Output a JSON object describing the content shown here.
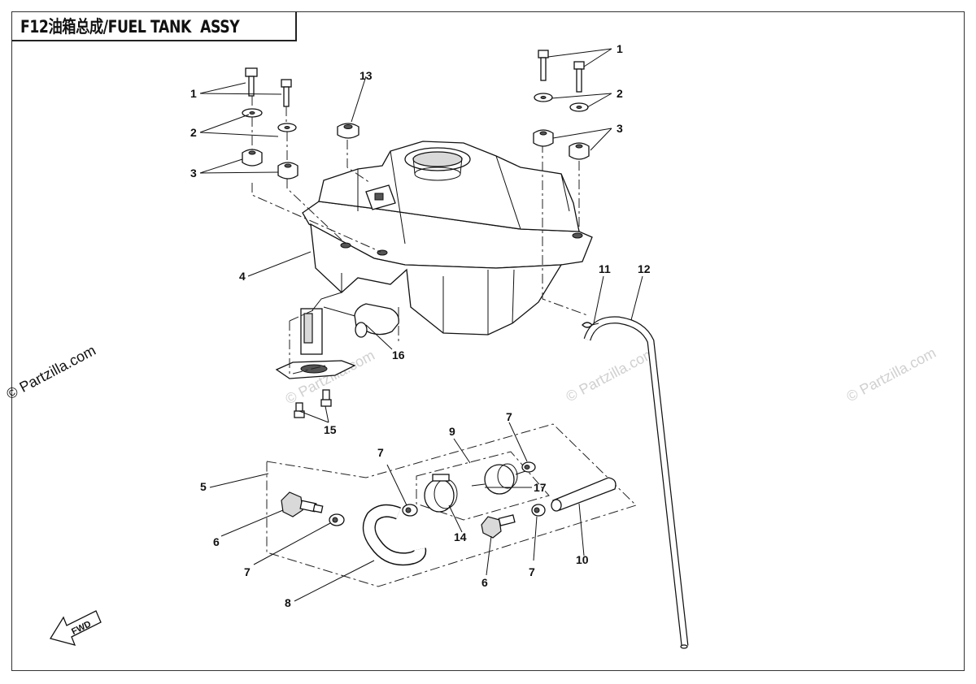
{
  "title": "F12油箱总成/FUEL TANK  ASSY",
  "watermarks": [
    "© Partzilla.com",
    "© Partzilla.com",
    "© Partzilla.com",
    "© Partzilla.com"
  ],
  "fwd_label": "FWD",
  "callouts": [
    {
      "id": "c1a",
      "text": "1"
    },
    {
      "id": "c1b",
      "text": "1"
    },
    {
      "id": "c2a",
      "text": "2"
    },
    {
      "id": "c2b",
      "text": "2"
    },
    {
      "id": "c3a",
      "text": "3"
    },
    {
      "id": "c3b",
      "text": "3"
    },
    {
      "id": "c4",
      "text": "4"
    },
    {
      "id": "c5",
      "text": "5"
    },
    {
      "id": "c6a",
      "text": "6"
    },
    {
      "id": "c6b",
      "text": "6"
    },
    {
      "id": "c7a",
      "text": "7"
    },
    {
      "id": "c7b",
      "text": "7"
    },
    {
      "id": "c7c",
      "text": "7"
    },
    {
      "id": "c7d",
      "text": "7"
    },
    {
      "id": "c8",
      "text": "8"
    },
    {
      "id": "c9",
      "text": "9"
    },
    {
      "id": "c10",
      "text": "10"
    },
    {
      "id": "c11",
      "text": "11"
    },
    {
      "id": "c12",
      "text": "12"
    },
    {
      "id": "c13",
      "text": "13"
    },
    {
      "id": "c14",
      "text": "14"
    },
    {
      "id": "c15",
      "text": "15"
    },
    {
      "id": "c16",
      "text": "16"
    },
    {
      "id": "c17",
      "text": "17"
    }
  ]
}
